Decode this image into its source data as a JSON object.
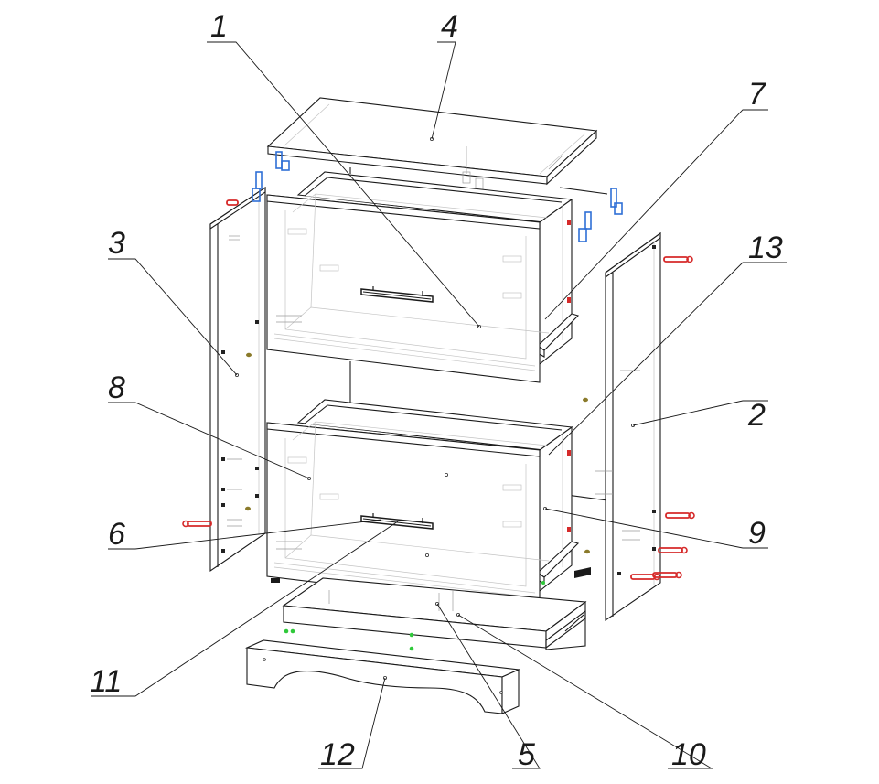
{
  "callouts": [
    {
      "id": "c1",
      "label": "1"
    },
    {
      "id": "c2",
      "label": "2"
    },
    {
      "id": "c3",
      "label": "3"
    },
    {
      "id": "c4",
      "label": "4"
    },
    {
      "id": "c5",
      "label": "5"
    },
    {
      "id": "c6",
      "label": "6"
    },
    {
      "id": "c7",
      "label": "7"
    },
    {
      "id": "c8",
      "label": "8"
    },
    {
      "id": "c9",
      "label": "9"
    },
    {
      "id": "c10",
      "label": "10"
    },
    {
      "id": "c11",
      "label": "11"
    },
    {
      "id": "c12",
      "label": "12"
    },
    {
      "id": "c13",
      "label": "13"
    }
  ],
  "colors": {
    "line": "#1a1a1a",
    "hinge": "#2f6fd6",
    "connector": "#d62a2a",
    "dowel": "#2fc93a",
    "cam": "#8a7a2a"
  }
}
